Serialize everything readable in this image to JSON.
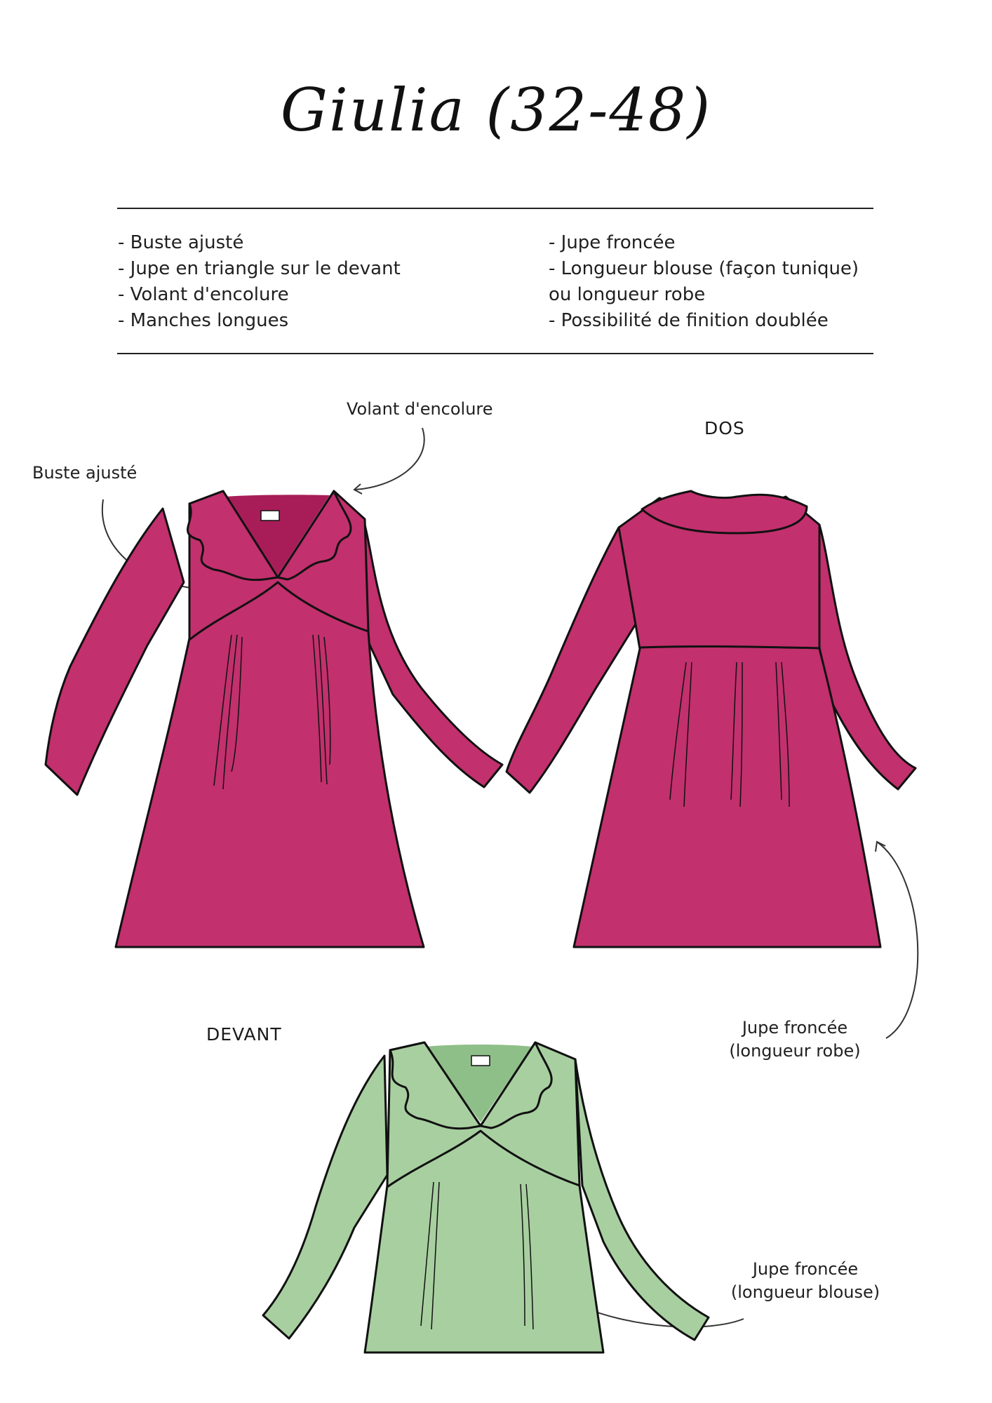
{
  "title": "Giulia (32-48)",
  "features": {
    "left": [
      "- Buste ajusté",
      "- Jupe en triangle sur le devant",
      "- Volant d'encolure",
      "- Manches longues"
    ],
    "right": [
      "- Jupe froncée",
      "- Longueur blouse (façon tunique)",
      "ou longueur robe",
      "- Possibilité de finition doublée"
    ]
  },
  "labels": {
    "volant": "Volant d'encolure",
    "buste": "Buste ajusté",
    "dos": "DOS",
    "devant": "DEVANT",
    "jupe_robe": [
      "Jupe froncée",
      "(longueur robe)"
    ],
    "jupe_blouse": [
      "Jupe froncée",
      "(longueur blouse)"
    ]
  },
  "colors": {
    "dress": "#c2306d",
    "dress_shadow": "#a81d58",
    "blouse": "#a8cfa0",
    "blouse_shadow": "#8fbf88",
    "outline": "#111111"
  }
}
